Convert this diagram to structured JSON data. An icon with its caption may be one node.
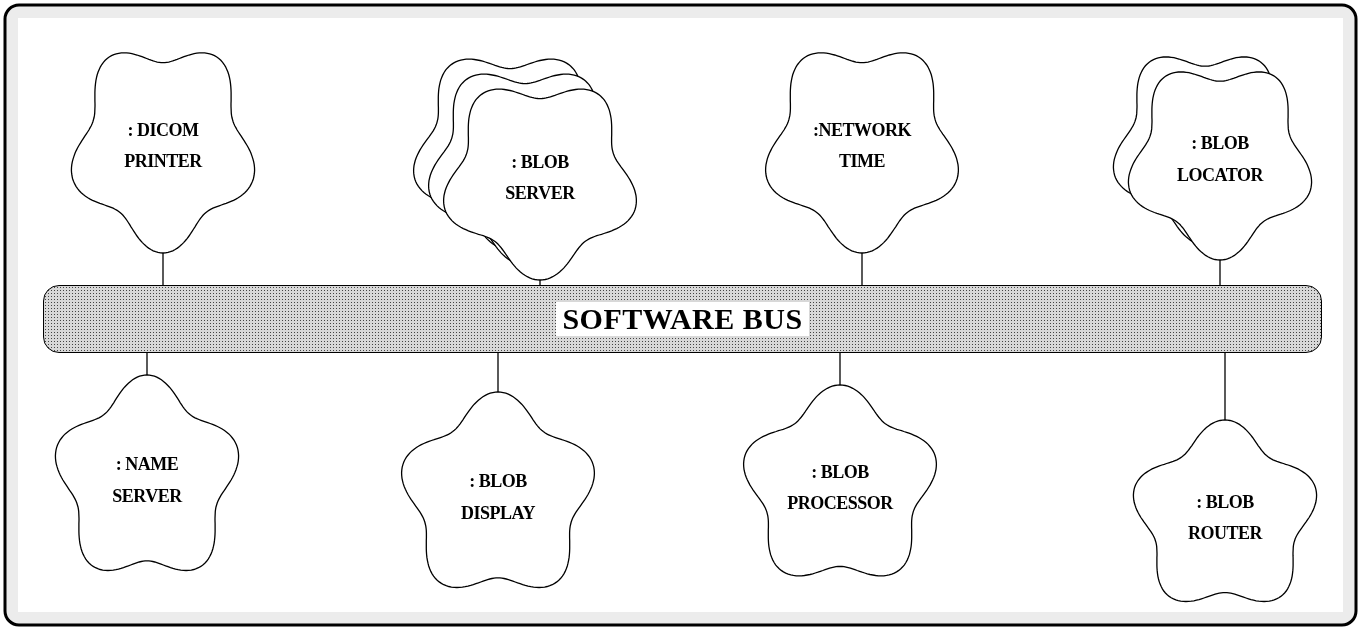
{
  "diagram": {
    "nodes": [
      {
        "text": [
          ": DICOM PRINTER"
        ]
      },
      {
        "text": [
          ": BLOB SERVER"
        ]
      },
      {
        "text": [
          ":NETWORK TIME"
        ]
      },
      {
        "text": [
          ": BLOB LOCATOR"
        ]
      },
      {
        "text": [
          "SOFTWARE BUS"
        ]
      },
      {
        "text": [
          ": NAME SERVER"
        ]
      },
      {
        "text": [
          ": BLOB DISPLAY"
        ]
      },
      {
        "text": [
          ": BLOB PROCESSOR"
        ]
      },
      {
        "text": [
          ": BLOB ROUTER"
        ]
      }
    ],
    "edges": [
      {
        "from": 0,
        "to": 4,
        "arrow": "none"
      },
      {
        "from": 1,
        "to": 4,
        "arrow": "none"
      },
      {
        "from": 2,
        "to": 4,
        "arrow": "none"
      },
      {
        "from": 3,
        "to": 4,
        "arrow": "none"
      },
      {
        "from": 4,
        "to": 5,
        "arrow": "none"
      },
      {
        "from": 4,
        "to": 6,
        "arrow": "none"
      },
      {
        "from": 4,
        "to": 7,
        "arrow": "none"
      },
      {
        "from": 4,
        "to": 8,
        "arrow": "none"
      }
    ]
  }
}
